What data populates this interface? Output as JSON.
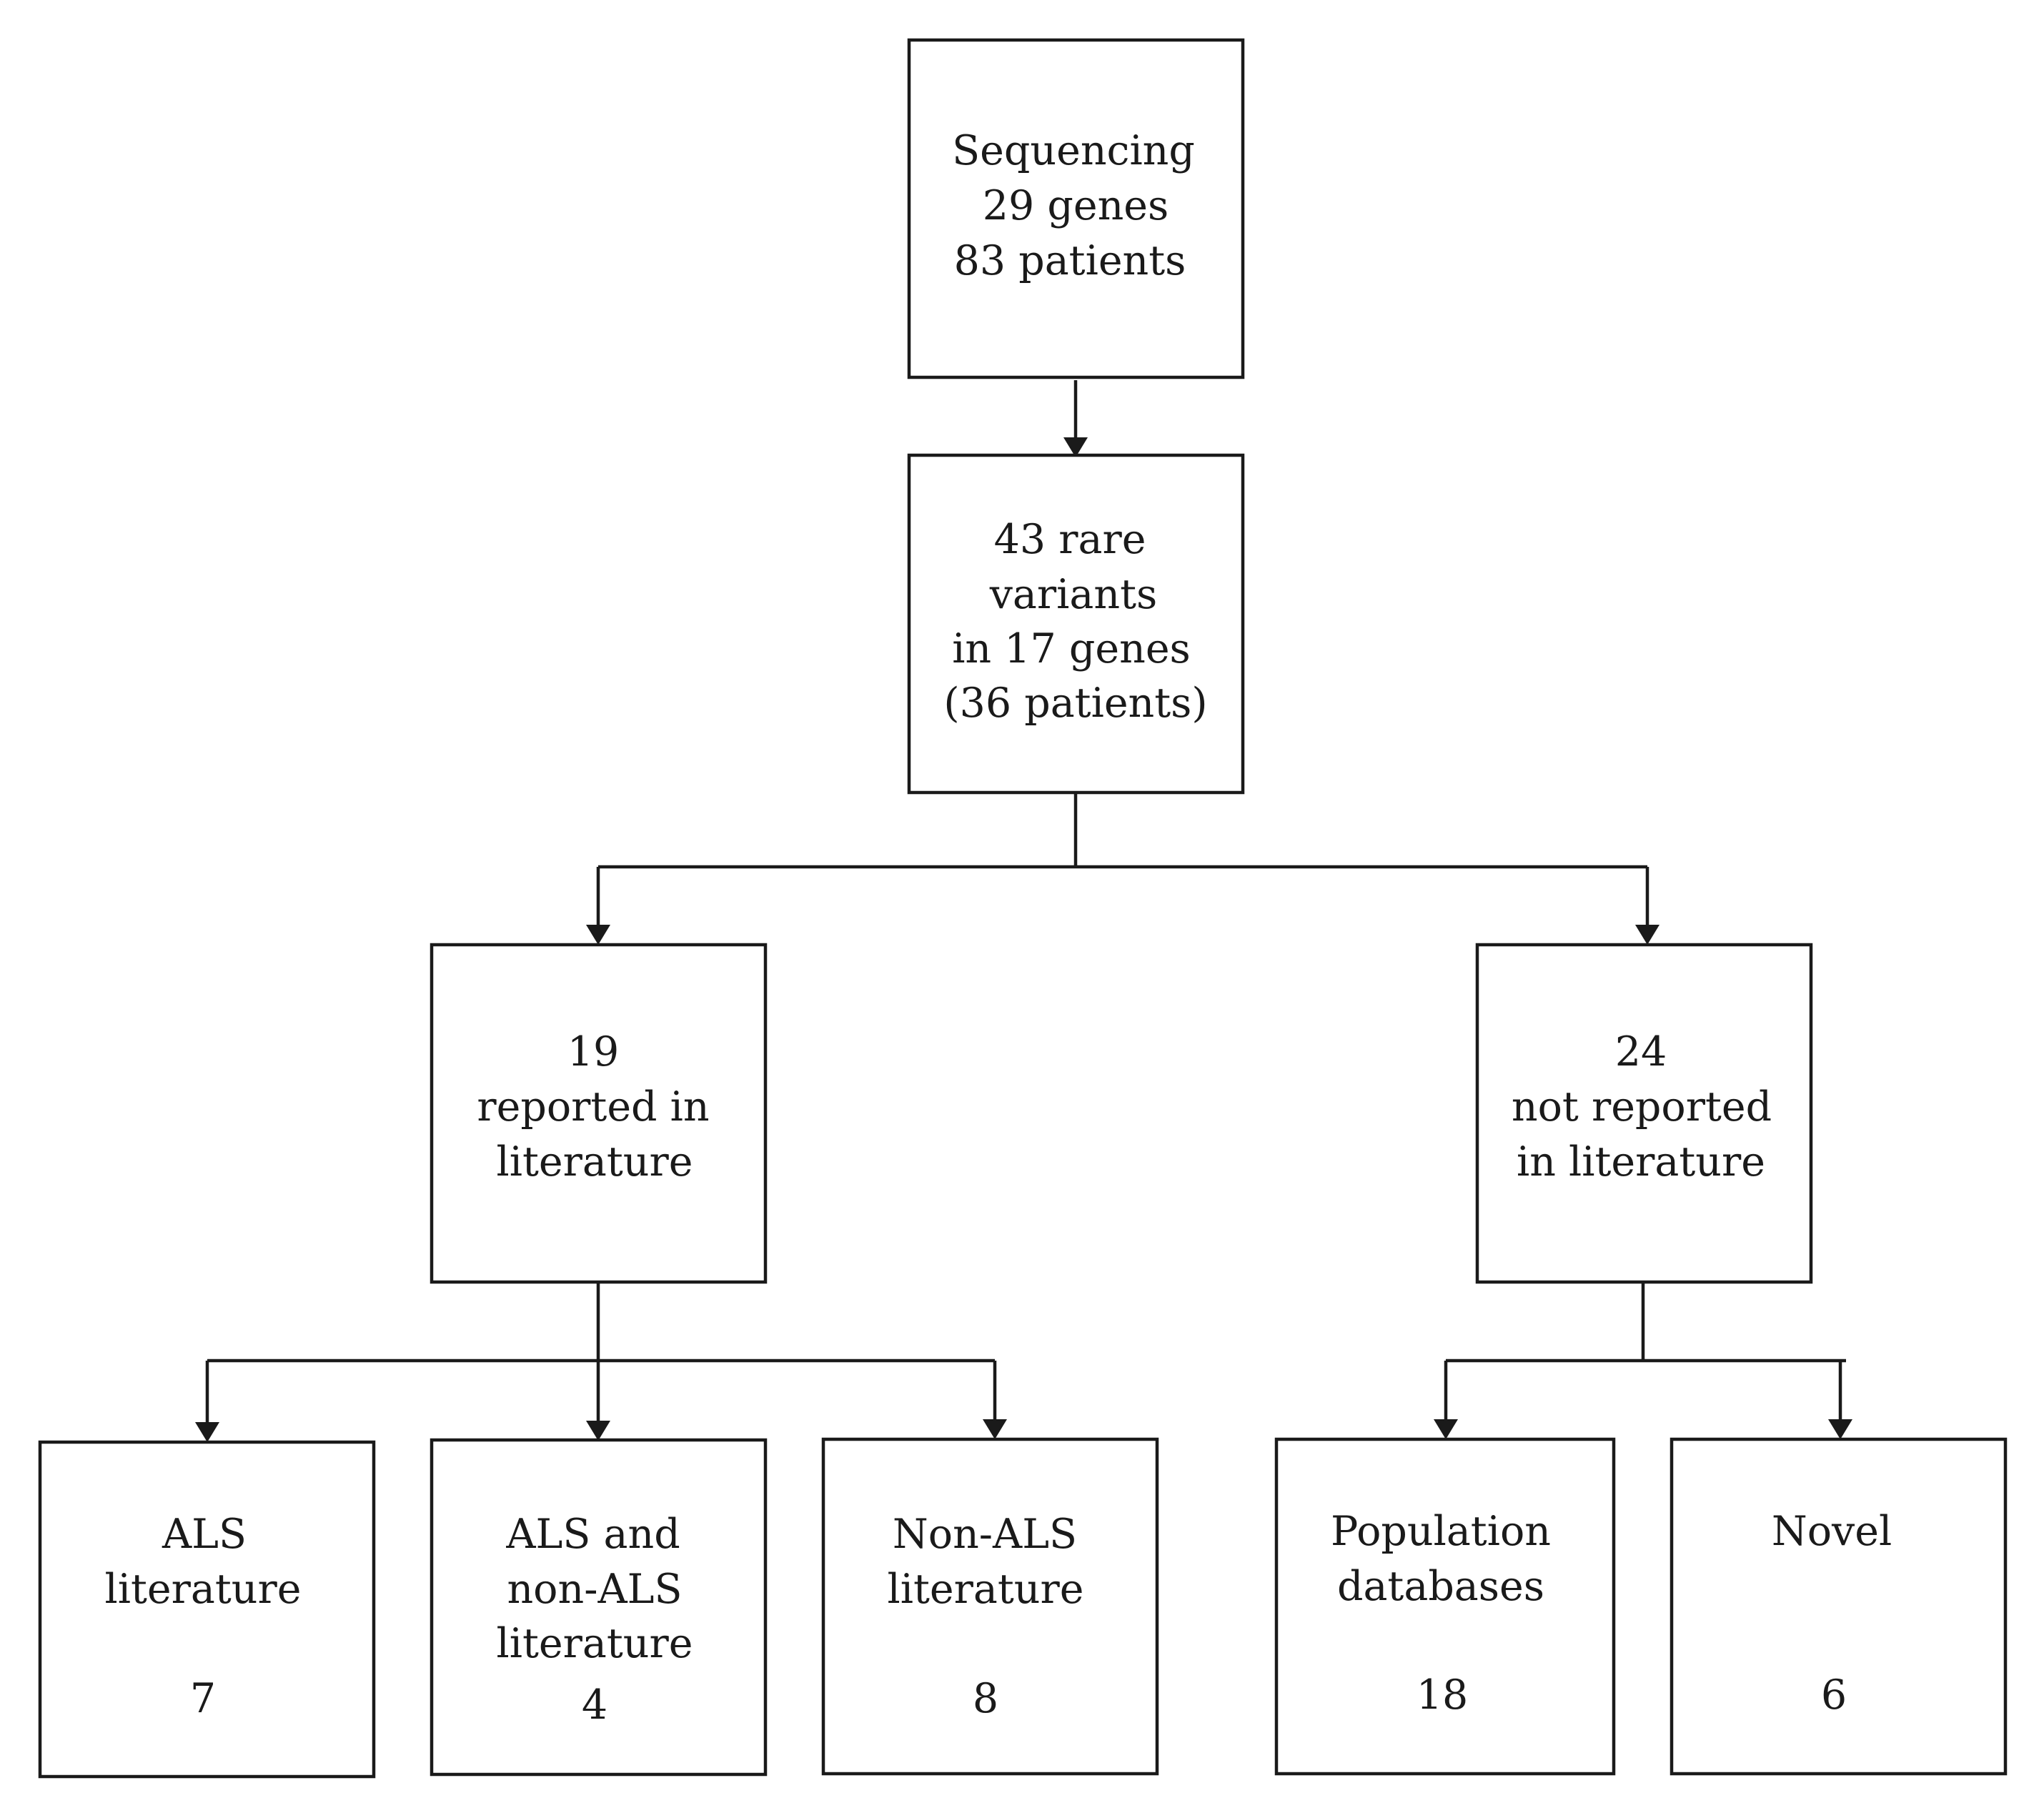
{
  "nodes": {
    "seq": {
      "lines": [
        "Sequencing",
        "29 genes",
        "83 patients"
      ]
    },
    "rare": {
      "lines": [
        "43 rare",
        "variants",
        "in 17 genes",
        "(36 patients)"
      ]
    },
    "reported": {
      "lines": [
        "19",
        "reported in",
        "literature"
      ]
    },
    "notrep": {
      "lines": [
        "24",
        "not reported",
        "in literature"
      ]
    },
    "als": {
      "lines": [
        "ALS",
        "literature"
      ],
      "count": "7"
    },
    "alsnon": {
      "lines": [
        "ALS and",
        "non-ALS",
        "literature"
      ],
      "count": "4"
    },
    "nonals": {
      "lines": [
        "Non-ALS",
        "literature"
      ],
      "count": "8"
    },
    "popdb": {
      "lines": [
        "Population",
        "databases"
      ],
      "count": "18"
    },
    "novel": {
      "lines": [
        "Novel"
      ],
      "count": "6"
    }
  }
}
